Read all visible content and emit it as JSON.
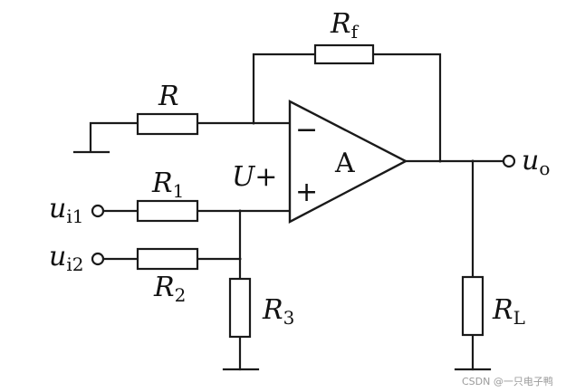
{
  "diagram": {
    "labels": {
      "rf": {
        "main": "R",
        "sub": "f"
      },
      "r": {
        "main": "R"
      },
      "r1": {
        "main": "R",
        "sub": "1"
      },
      "r2": {
        "main": "R",
        "sub": "2"
      },
      "r3": {
        "main": "R",
        "sub": "3"
      },
      "rl": {
        "main": "R",
        "sub": "L"
      },
      "u_plus": "U+",
      "amp": "A",
      "minus_sign": "−",
      "plus_sign": "+",
      "ui1": {
        "main": "u",
        "sub": "i1"
      },
      "ui2": {
        "main": "u",
        "sub": "i2"
      },
      "uo": {
        "main": "u",
        "sub": "o"
      }
    }
  },
  "watermark": "CSDN @一只电子鸭"
}
